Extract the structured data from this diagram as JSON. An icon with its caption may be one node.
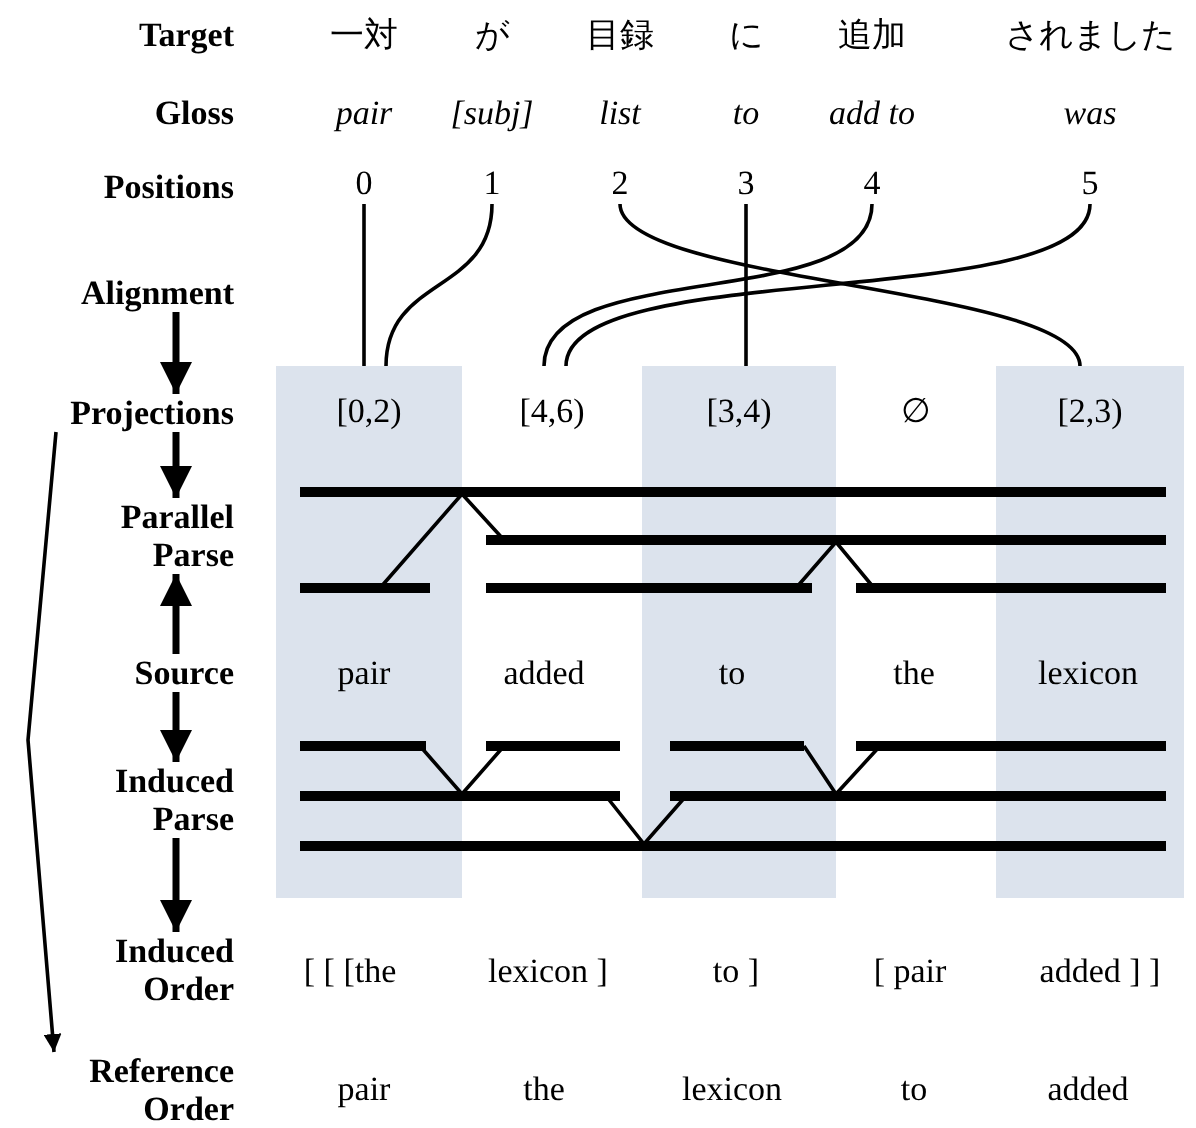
{
  "diagram": {
    "nodes": [
      {
        "text": [
          "0"
        ]
      },
      {
        "text": [
          "1"
        ]
      },
      {
        "text": [
          "2"
        ]
      },
      {
        "text": [
          "3"
        ]
      },
      {
        "text": [
          "4"
        ]
      },
      {
        "text": [
          "5"
        ]
      },
      {
        "text": [
          "Alignment"
        ]
      },
      {
        "text": [
          "Projections"
        ]
      },
      {
        "text": [
          "[0,2)"
        ]
      },
      {
        "text": [
          "[4,6)"
        ]
      },
      {
        "text": [
          "[3,4)"
        ]
      },
      {
        "text": [
          "∅"
        ]
      },
      {
        "text": [
          "[2,3)"
        ]
      },
      {
        "text": [
          "Parallel Parse"
        ]
      },
      {
        "text": [
          "Source"
        ]
      },
      {
        "text": [
          "Induced Parse"
        ]
      },
      {
        "text": [
          "Induced Order"
        ]
      },
      {
        "text": [
          "Reference Order"
        ]
      }
    ],
    "edges": [
      {
        "from": 0,
        "to": 8,
        "arrow": "none"
      },
      {
        "from": 1,
        "to": 8,
        "arrow": "none"
      },
      {
        "from": 2,
        "to": 12,
        "arrow": "none"
      },
      {
        "from": 3,
        "to": 10,
        "arrow": "none"
      },
      {
        "from": 4,
        "to": 9,
        "arrow": "none"
      },
      {
        "from": 5,
        "to": 9,
        "arrow": "none"
      },
      {
        "from": 6,
        "to": 7,
        "arrow": "to",
        "style": "thick"
      },
      {
        "from": 7,
        "to": 13,
        "arrow": "to",
        "style": "thick"
      },
      {
        "from": 14,
        "to": 13,
        "arrow": "to",
        "style": "thick"
      },
      {
        "from": 14,
        "to": 15,
        "arrow": "to",
        "style": "thick"
      },
      {
        "from": 15,
        "to": 16,
        "arrow": "to",
        "style": "thick"
      },
      {
        "from": 7,
        "to": 17,
        "arrow": "to"
      }
    ],
    "labels": [
      "Target",
      "一対",
      "が",
      "目録",
      "に",
      "追加",
      "されました",
      "Gloss",
      "pair",
      "[subj]",
      "list",
      "to",
      "add to",
      "was",
      "Positions",
      "pair",
      "added",
      "to",
      "the",
      "lexicon",
      "[ [ [the",
      "lexicon ]",
      "to ]",
      "[ pair",
      "added ] ]",
      "pair",
      "the",
      "lexicon",
      "to",
      "added"
    ]
  }
}
